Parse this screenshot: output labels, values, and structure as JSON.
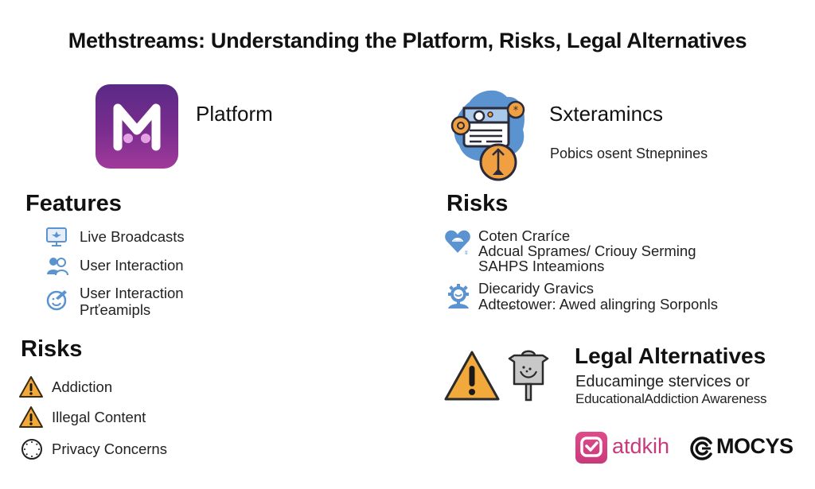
{
  "title": "Methstreams: Understanding the Platform, Risks, Legal Alternatives",
  "platform": {
    "label": "Platform",
    "logo_icon": "m-logo-icon",
    "logo_colors": [
      "#5a2a86",
      "#a03a9b"
    ]
  },
  "streaming": {
    "title": "Sxteramincs",
    "subtitle": "Pobics osent Stnepnines",
    "illustration_icon": "streaming-illustration-icon"
  },
  "features": {
    "heading": "Features",
    "items": [
      {
        "icon": "monitor-icon",
        "lines": [
          "Live Broadcasts"
        ]
      },
      {
        "icon": "users-icon",
        "lines": [
          "User Interaction"
        ]
      },
      {
        "icon": "smiley-edit-icon",
        "lines": [
          "User Interaction",
          "Prťeamipls"
        ]
      }
    ]
  },
  "risks_left": {
    "heading": "Risks",
    "items": [
      {
        "icon": "warning-icon",
        "label": "Addiction"
      },
      {
        "icon": "warning-icon",
        "label": "Illegal Content"
      },
      {
        "icon": "clock-icon",
        "label": "Privacy Concerns"
      }
    ]
  },
  "risks_right": {
    "heading": "Risks",
    "items": [
      {
        "icon": "heart-icon",
        "lines": [
          "Coten Craríce",
          "Adcual Sprames/ Criouy Serming",
          "SAHPS Inteamions"
        ]
      },
      {
        "icon": "gear-smiley-icon",
        "lines": [
          "Diecaridy Gravics",
          "Adteɕtower: Awed alingring Sorponls"
        ]
      }
    ]
  },
  "legal": {
    "heading": "Legal Alternatives",
    "line1": "Educaminge stervices or",
    "line2": "EducationalAddiction Awareness",
    "icons": [
      "warning-icon",
      "signpost-icon"
    ]
  },
  "brands": [
    {
      "name": "atdkih",
      "color": "#c63a7c"
    },
    {
      "name": "MOCYS",
      "color": "#111111"
    }
  ],
  "colors": {
    "warning": "#f2a93b",
    "accent_blue": "#5a93cf",
    "orange": "#f0a040"
  }
}
